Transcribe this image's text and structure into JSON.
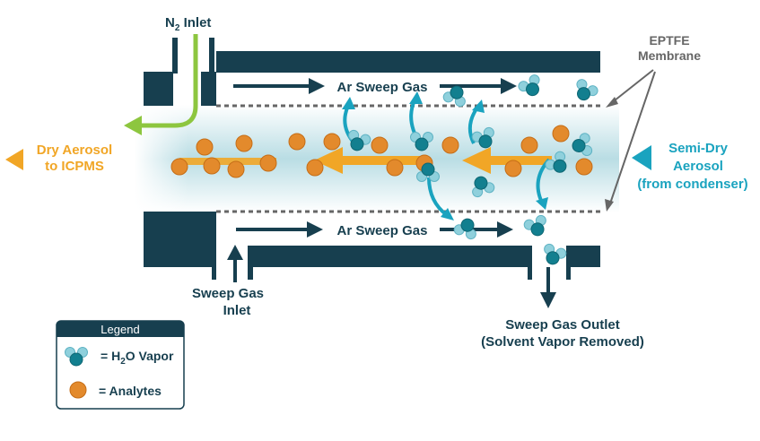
{
  "labels": {
    "n2_inlet_prefix": "N",
    "n2_inlet_sub": "2",
    "n2_inlet_suffix": " Inlet",
    "eptfe_line1": "EPTFE",
    "eptfe_line2": "Membrane",
    "dry_aerosol_line1": "Dry Aerosol",
    "dry_aerosol_line2": "to ICPMS",
    "semi_dry_line1": "Semi-Dry",
    "semi_dry_line2": "Aerosol",
    "semi_dry_line3": "(from condenser)",
    "ar_sweep_top": "Ar Sweep Gas",
    "ar_sweep_bottom": "Ar Sweep Gas",
    "sweep_inlet_line1": "Sweep Gas",
    "sweep_inlet_line2": "Inlet",
    "sweep_outlet_line1": "Sweep Gas Outlet",
    "sweep_outlet_line2": "(Solvent Vapor Removed)"
  },
  "legend": {
    "title": "Legend",
    "h2o_prefix": "= H",
    "h2o_sub": "2",
    "h2o_suffix": "O Vapor",
    "analytes": "= Analytes"
  },
  "colors": {
    "dark_teal": "#173f4f",
    "orange": "#e38a2c",
    "arrow_orange": "#f1a626",
    "cyan": "#1aa3bf",
    "green": "#8dc63f",
    "membrane_gray": "#666666",
    "water_light": "#8fd0dc",
    "water_dark": "#127f8f"
  }
}
